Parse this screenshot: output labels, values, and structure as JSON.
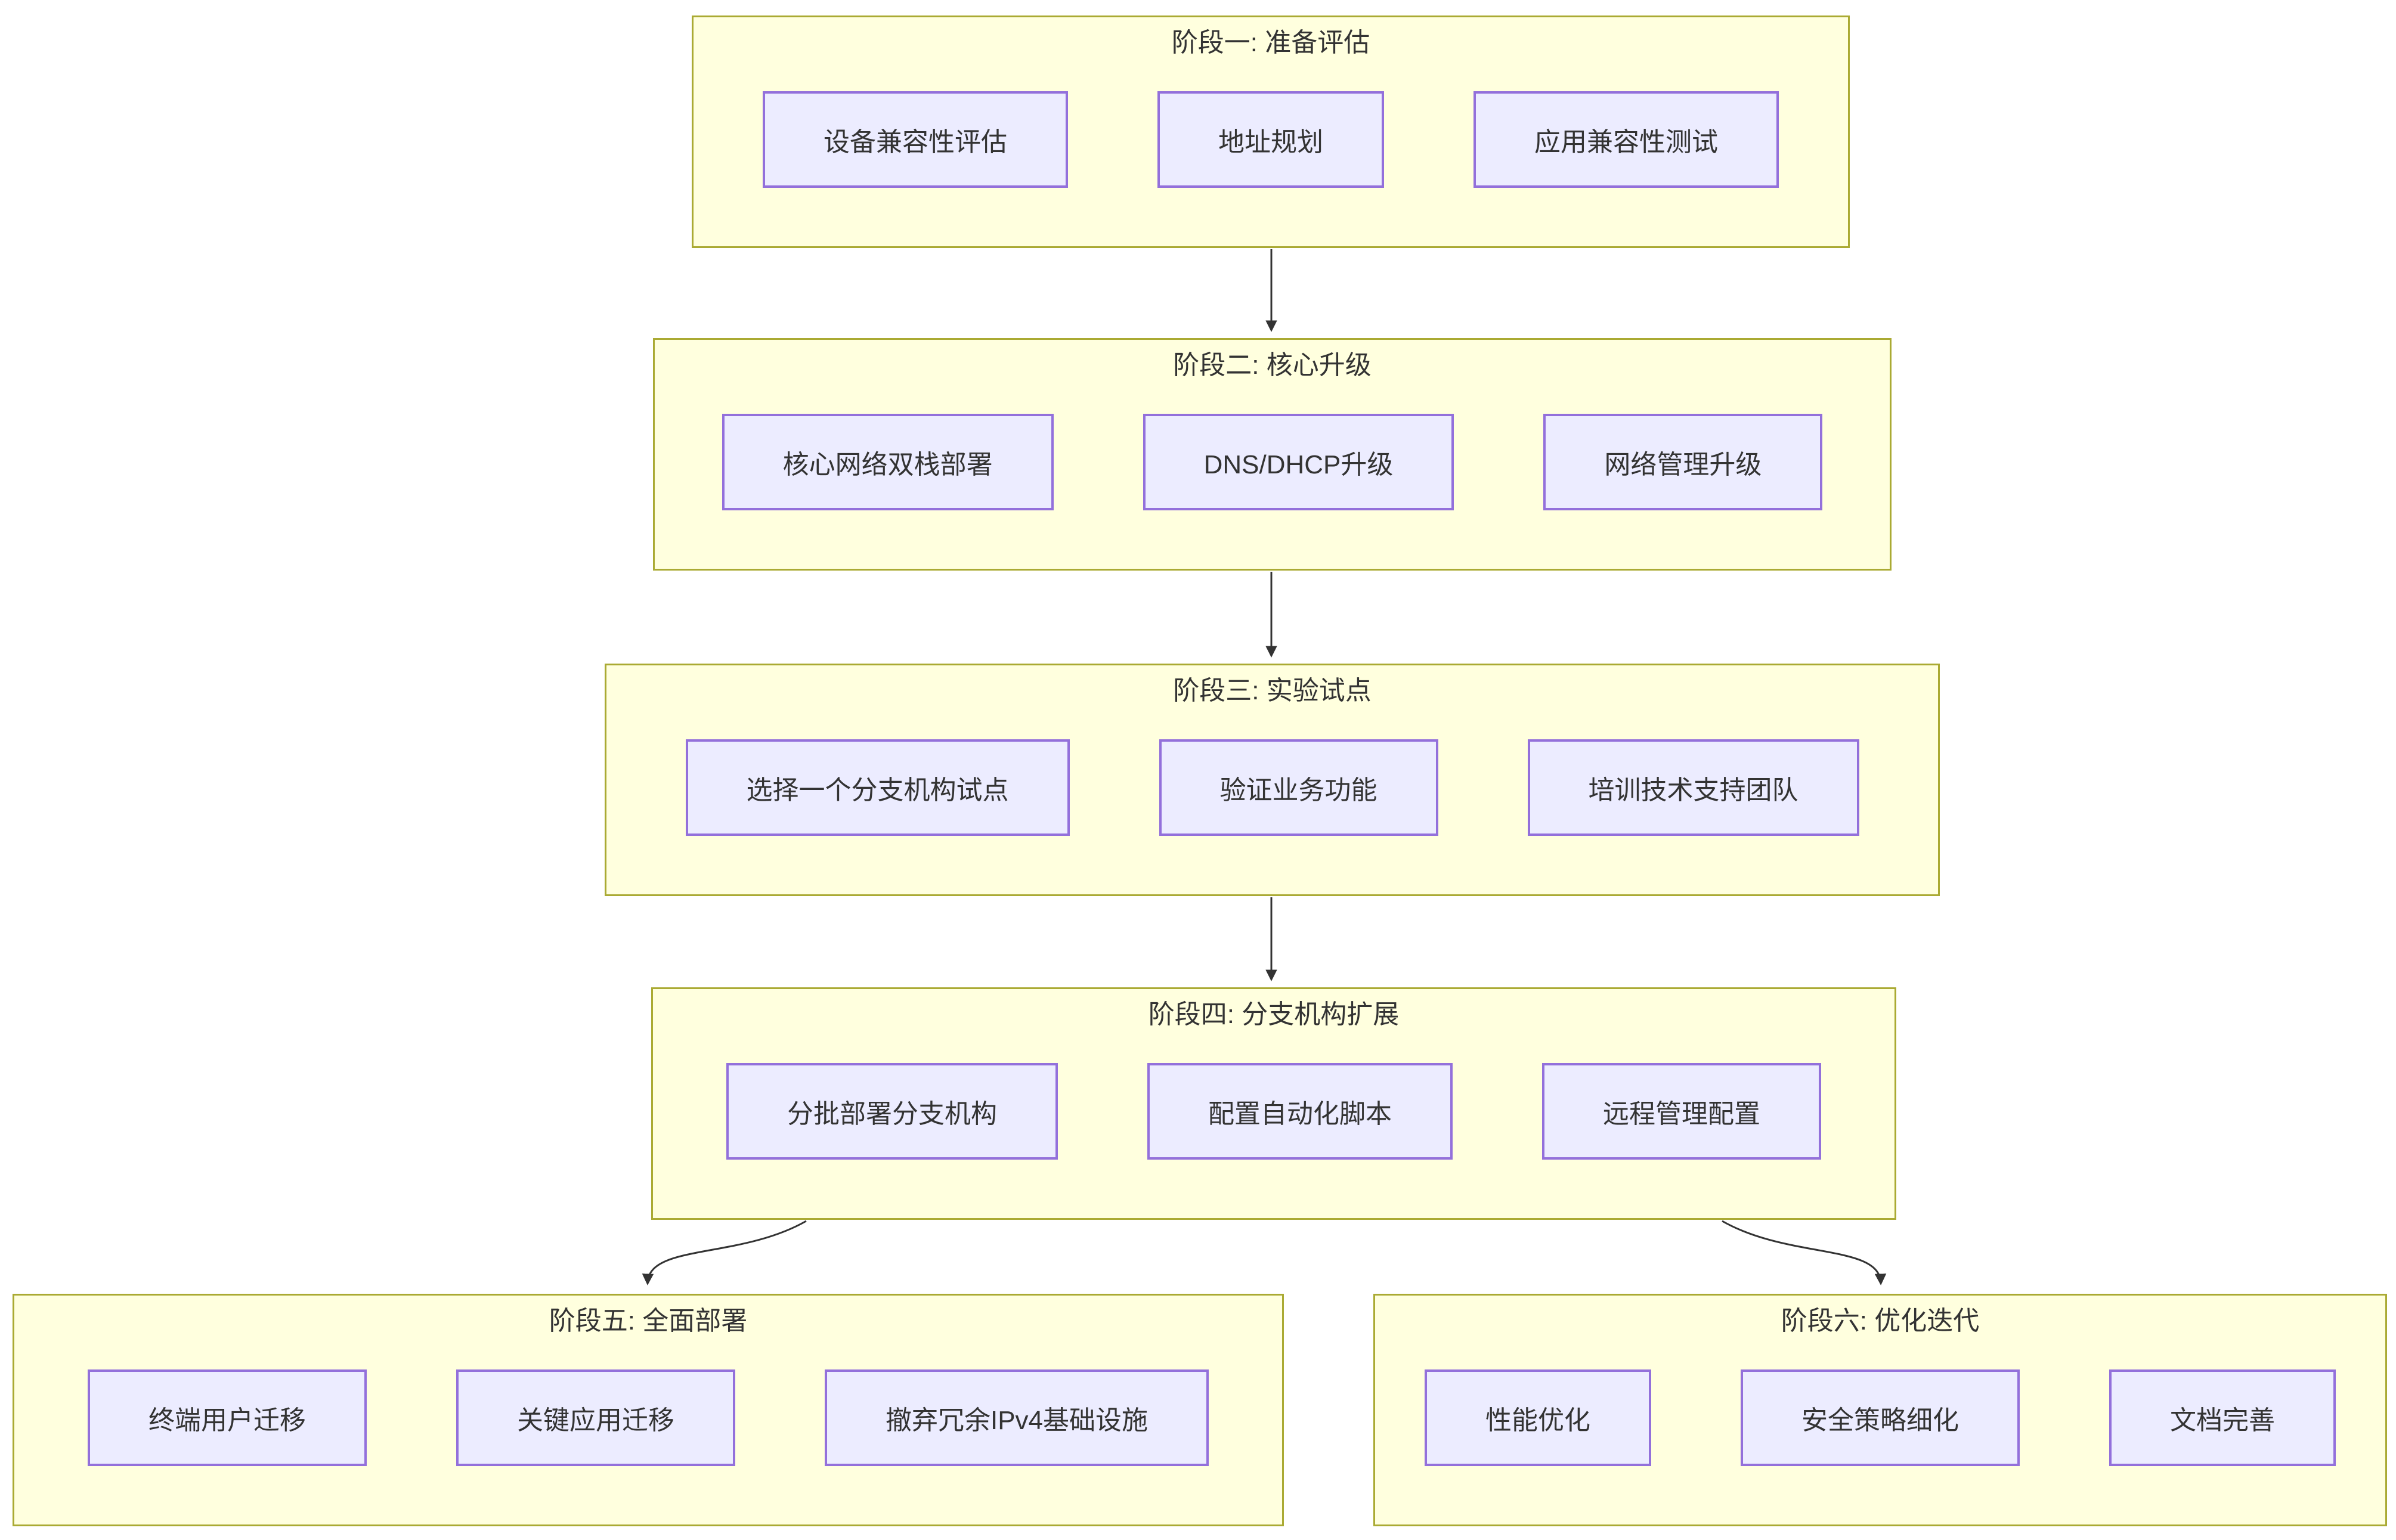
{
  "diagram": {
    "type": "flowchart",
    "direction": "top-down",
    "colors": {
      "container_fill": "#ffffde",
      "container_border": "#aaaa33",
      "node_fill": "#ececff",
      "node_border": "#9370db",
      "text": "#333333",
      "edge": "#333333",
      "background": "#ffffff"
    },
    "phases": [
      {
        "id": "phase1",
        "title": "阶段一: 准备评估",
        "items": [
          "设备兼容性评估",
          "地址规划",
          "应用兼容性测试"
        ]
      },
      {
        "id": "phase2",
        "title": "阶段二: 核心升级",
        "items": [
          "核心网络双栈部署",
          "DNS/DHCP升级",
          "网络管理升级"
        ]
      },
      {
        "id": "phase3",
        "title": "阶段三: 实验试点",
        "items": [
          "选择一个分支机构试点",
          "验证业务功能",
          "培训技术支持团队"
        ]
      },
      {
        "id": "phase4",
        "title": "阶段四: 分支机构扩展",
        "items": [
          "分批部署分支机构",
          "配置自动化脚本",
          "远程管理配置"
        ]
      },
      {
        "id": "phase5",
        "title": "阶段五: 全面部署",
        "items": [
          "终端用户迁移",
          "关键应用迁移",
          "撤弃冗余IPv4基础设施"
        ]
      },
      {
        "id": "phase6",
        "title": "阶段六: 优化迭代",
        "items": [
          "性能优化",
          "安全策略细化",
          "文档完善"
        ]
      }
    ],
    "edges": [
      {
        "from": "阶段一: 准备评估",
        "to": "阶段二: 核心升级"
      },
      {
        "from": "阶段二: 核心升级",
        "to": "阶段三: 实验试点"
      },
      {
        "from": "阶段三: 实验试点",
        "to": "阶段四: 分支机构扩展"
      },
      {
        "from": "阶段四: 分支机构扩展",
        "to": "阶段五: 全面部署"
      },
      {
        "from": "阶段四: 分支机构扩展",
        "to": "阶段六: 优化迭代"
      }
    ]
  }
}
